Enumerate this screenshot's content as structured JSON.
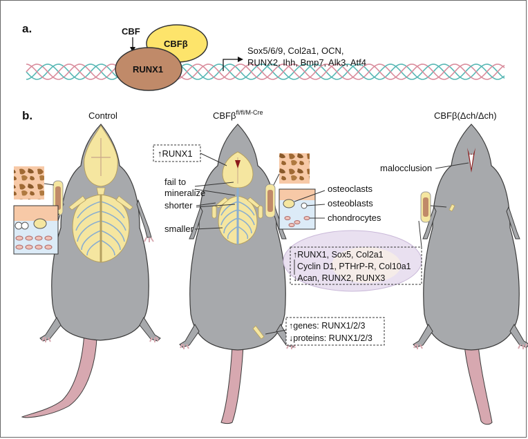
{
  "panel_a": {
    "label": "a.",
    "cbf": "CBF",
    "cbfb": "CBFβ",
    "runx1": "RUNX1",
    "targets_line1": "Sox5/6/9, Col2a1, OCN,",
    "targets_line2": "RUNX2, Ihh, Bmp7, Alk3, Atf4"
  },
  "panel_b": {
    "label": "b.",
    "control_title": "Control",
    "middle_title_base": "CBFβ",
    "middle_title_sup": "fl/fl/M-Cre",
    "right_title": "CBFβ(Δch/Δch)",
    "runx1_box": "↑RUNX1",
    "labels": {
      "fail1": "fail to",
      "fail2": "mineralize",
      "shorter": "shorter",
      "smaller": "smaller",
      "osteoclasts": "osteoclasts",
      "osteoblasts": "osteoblasts",
      "chondrocytes": "chondrocytes",
      "malocclusion": "malocclusion"
    },
    "expr_box": {
      "line1": "↑RUNX1, Sox5, Col2a1",
      "line2": "Cyclin D1, PTHrP-R, Col10a1",
      "line3": "↓Acan, RUNX2, RUNX3"
    },
    "genes_box": {
      "line1": "↑genes: RUNX1/2/3",
      "line2": "↓proteins: RUNX1/2/3"
    }
  },
  "colors": {
    "mouse_body": "#a7a9ac",
    "mouse_outline": "#3a3a3a",
    "tail": "#d7a8b0",
    "cbfb_fill": "#fde46b",
    "runx1_fill": "#c08a69",
    "dna_teal": "#57b7b4",
    "dna_pink": "#d98c9c",
    "bone_fill": "#f5e6a0",
    "cartilage_blue": "#8aaed0",
    "trabecular": "#a06a34",
    "peach_bg": "#f7c9a7",
    "cell_bg": "#dcebf7",
    "halo": "#e9e0f0"
  }
}
